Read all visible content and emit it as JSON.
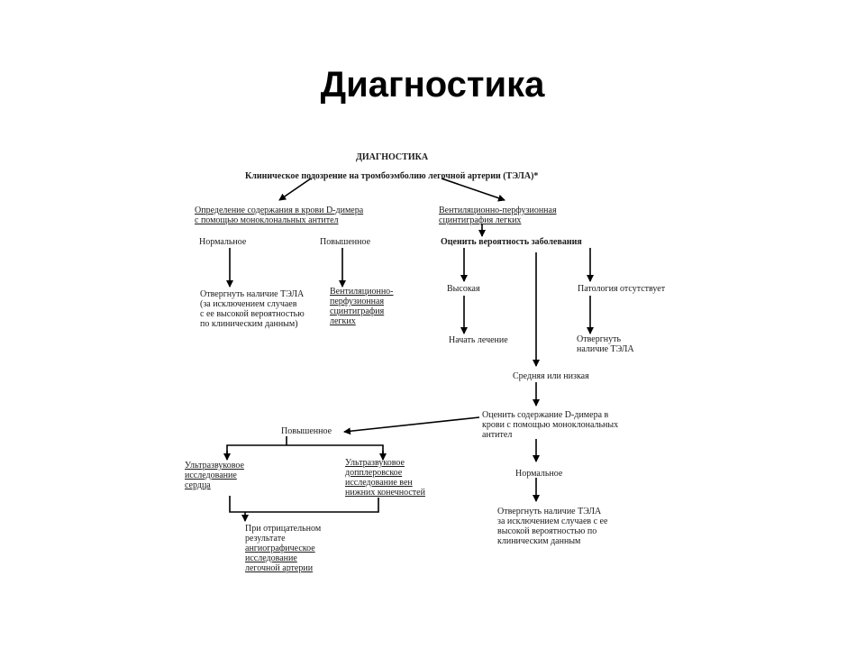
{
  "slide": {
    "title": "Диагностика"
  },
  "diagram": {
    "heading": "ДИАГНОСТИКА",
    "root": "Клиническое подозрение на тромбоэмболию легочной артерии (ТЭЛА)*",
    "ddimer_test": [
      "Определение содержания в крови D-димера",
      "с помощью моноклональных антител"
    ],
    "ddimer_normal": "Нормальное",
    "ddimer_elevated": "Повышенное",
    "exclude_pe_1": [
      "Отвергнуть наличие ТЭЛА",
      "(за исключением случаев",
      "с ее высокой вероятностью",
      "по клиническим данным)"
    ],
    "vq_scan_1": [
      "Вентиляционно-",
      "перфузионная",
      "сцинтиграфия",
      "легких"
    ],
    "vq_scan_2": [
      "Вентиляционно-перфузионная",
      "сцинтиграфия легких"
    ],
    "assess_probability": "Оценить вероятность заболевания",
    "prob_high": "Высокая",
    "prob_none": "Патология отсутствует",
    "start_treatment": "Начать лечение",
    "exclude_pe_2": [
      "Отвергнуть",
      "наличие ТЭЛА"
    ],
    "prob_medium_low": "Средняя или низкая",
    "ddimer_assess": [
      "Оценить содержание D-димера в",
      "крови с помощью моноклональных",
      "антител"
    ],
    "elevated_2": "Повышенное",
    "normal_2": "Нормальное",
    "echo": [
      "Ультразвуковое",
      "исследование",
      "сердца"
    ],
    "doppler": [
      "Ультразвуковое",
      "допплеровское",
      "исследование  вен",
      "нижних конечностей"
    ],
    "negative_result": [
      "При отрицательном",
      "результате",
      "ангиографическое",
      "исследование",
      "легочной артерии"
    ],
    "exclude_pe_3": [
      "Отвергнуть наличие ТЭЛА",
      "за исключением случаев с ее",
      "высокой вероятностью по",
      "клиническим данным"
    ]
  }
}
